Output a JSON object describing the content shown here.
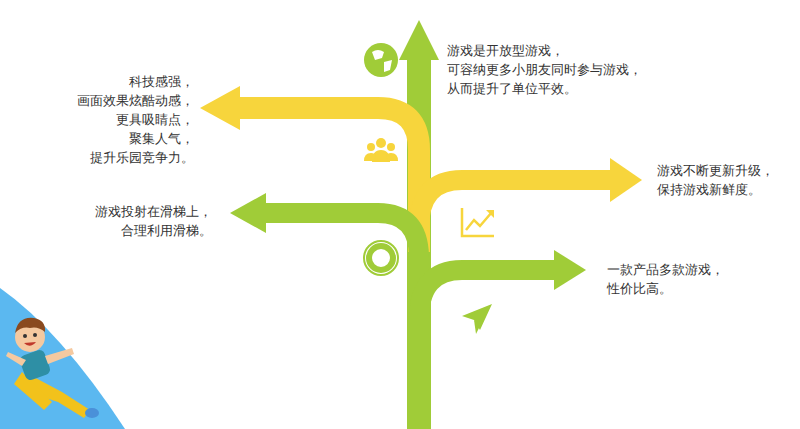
{
  "diagram": {
    "labels": [
      "游戏是开放型游戏， 可容纳更多小朋友同时参与游戏， 从而提升了单位平效。",
      "科技感强， 画面效果炫酷动感， 更具吸睛点，聚集人气， 提升乐园竞争力。",
      "游戏不断更新升级， 保持游戏新鲜度。",
      "游戏投射在滑梯上， 合理利用滑梯。",
      "一款产品多款游戏， 性价比高。"
    ]
  }
}
